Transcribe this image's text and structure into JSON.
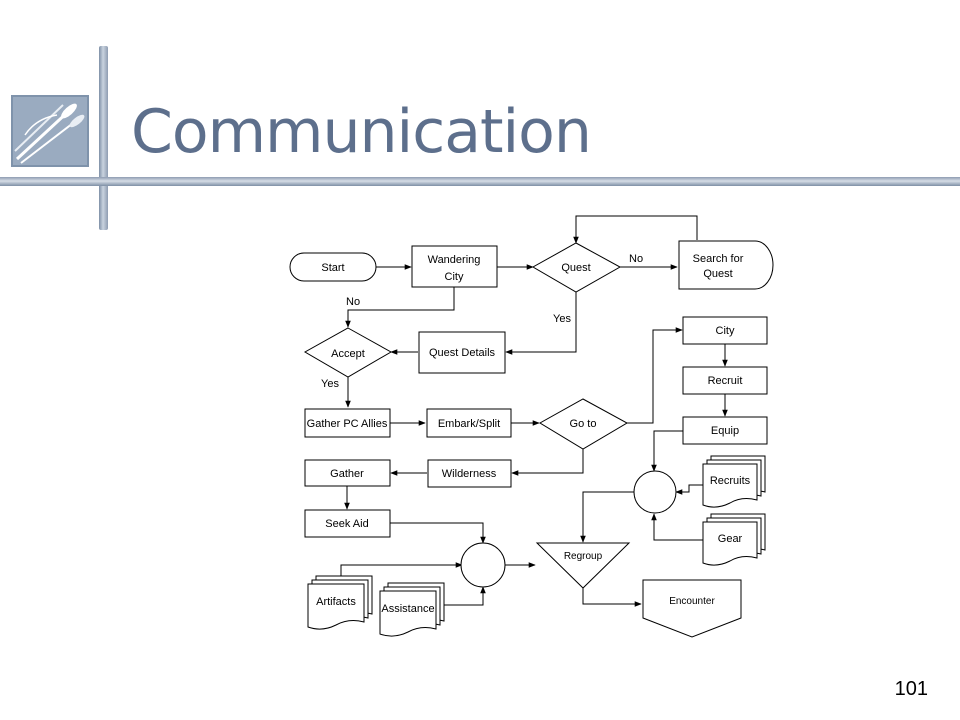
{
  "slide": {
    "title": "Communication",
    "page_number": "101"
  },
  "logo": {
    "icon": "oars-logo-icon"
  },
  "flowchart": {
    "start": "Start",
    "wandering_city_line1": "Wandering",
    "wandering_city_line2": "City",
    "quest_decision": "Quest",
    "search_for_quest_line1": "Search for",
    "search_for_quest_line2": "Quest",
    "quest_details": "Quest Details",
    "accept_decision": "Accept",
    "gather_pc_allies": "Gather PC Allies",
    "embark_split": "Embark/Split",
    "goto_decision": "Go to",
    "city": "City",
    "recruit": "Recruit",
    "equip": "Equip",
    "recruits_doc": "Recruits",
    "gear_doc": "Gear",
    "wilderness": "Wilderness",
    "gather": "Gather",
    "seek_aid": "Seek Aid",
    "artifacts_doc": "Artifacts",
    "assistance_doc": "Assistance",
    "regroup": "Regroup",
    "encounter": "Encounter",
    "label_no_1": "No",
    "label_yes_1": "Yes",
    "label_no_2": "No",
    "label_yes_2": "Yes"
  }
}
